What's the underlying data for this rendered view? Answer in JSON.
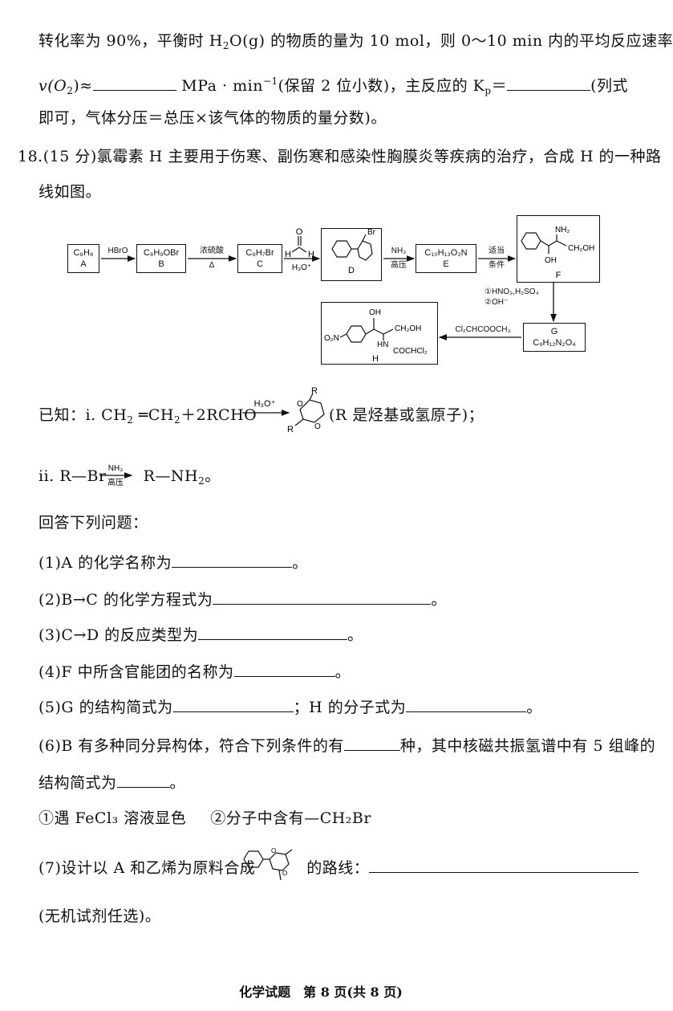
{
  "prev": {
    "line1a": "转化率为 90%，平衡时 H",
    "line1b": "O(g) 的物质的量为 10 mol，则 0～10 min 内的平均反应速率",
    "line2a": "v(O",
    "line2b": ")≈",
    "line2c": "MPa · min",
    "line2d": "(保留 2 位小数)，主反应的 K",
    "line2e": "＝",
    "line2f": "(列式",
    "line3": "即可，气体分压＝总压×该气体的物质的量分数)。"
  },
  "q18": {
    "line1": "18.(15 分)氯霉素 H 主要用于伤寒、副伤寒和感染性胸膜炎等疾病的治疗，合成 H 的一种路",
    "line2": "线如图。"
  },
  "scheme": {
    "A_formula": "C₈H₈",
    "A_label": "A",
    "B_formula": "C₈H₉OBr",
    "B_label": "B",
    "C_formula": "C₈H₇Br",
    "C_label": "C",
    "D_label": "D",
    "E_formula": "C₁₀H₁₃O₂N",
    "E_label": "E",
    "F_label": "F",
    "G_formula": "C₉H₁₂N₂O₄",
    "G_label": "G",
    "H_label": "H",
    "r1": "HBrO",
    "r2_top": "浓硫酸",
    "r2_bot": "Δ",
    "r3_bot": "H₃O⁺",
    "r4_top": "NH₃",
    "r4_bot": "高压",
    "r5_top": "适当",
    "r5_bot": "条件",
    "r6_1": "①HNO₃,H₂SO₄",
    "r6_2": "②OH⁻",
    "r7": "Cl₂CHCOOCH₃",
    "atom_Br": "Br",
    "atom_NH2": "NH₂",
    "atom_OH": "OH",
    "atom_CH2OH": "CH₂OH",
    "atom_HN": "HN",
    "atom_COCHCl2": "COCHCl₂",
    "atom_O2N": "O₂N",
    "atom_O": "O",
    "atom_H": "H",
    "atom_R": "R"
  },
  "known": {
    "i_a": "已知：i. CH",
    "i_b": " ═CH",
    "i_c": "＋2RCHO",
    "i_cond": "H₃O⁺",
    "i_d": "(R 是烃基或氢原子)；",
    "ii_a": "ii. R—Br",
    "ii_cond_top": "NH₃",
    "ii_cond_bot": "高压",
    "ii_b": "R—NH",
    "ii_c": "。"
  },
  "questions": {
    "intro": "回答下列问题：",
    "q1": "(1)A 的化学名称为",
    "q2": "(2)B→C 的化学方程式为",
    "q3": "(3)C→D 的反应类型为",
    "q4": "(4)F 中所含官能团的名称为",
    "q5a": "(5)G 的结构简式为",
    "q5b": "；H 的分子式为",
    "q6a": "(6)B 有多种同分异构体，符合下列条件的有",
    "q6b": "种，其中核磁共振氢谱中有 5 组峰的",
    "q6c": "结构简式为",
    "cond1": "①遇 FeCl₃ 溶液显色",
    "cond2": "②分子中含有—CH₂Br",
    "q7a": "(7)设计以 A 和乙烯为原料合成",
    "q7b": "的路线：",
    "q7c": "(无机试剂任选)。",
    "period": "。"
  },
  "footer": "化学试题　第 8 页(共 8 页)"
}
